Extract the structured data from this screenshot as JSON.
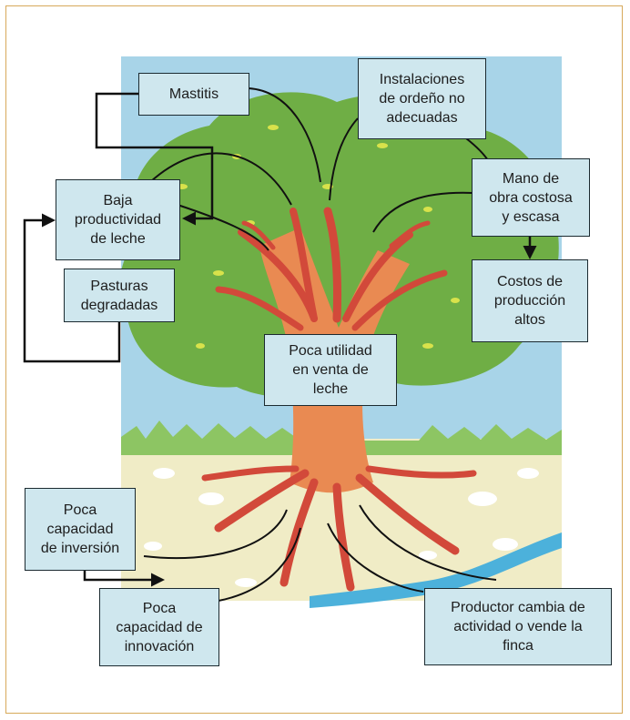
{
  "colors": {
    "frame_border": "#d7a95a",
    "box_fill": "#cfe7ee",
    "box_border": "#1b2a30",
    "sky": "#a8d4e8",
    "foliage": "#6fae45",
    "trunk": "#e98a52",
    "branches": "#d2493a",
    "grass": "#8dc563",
    "soil": "#f0ecc6",
    "river": "#4cb1db"
  },
  "boxes": {
    "mastitis": "Mastitis",
    "instalaciones": "Instalaciones\nde ordeño no\nadecuadas",
    "baja_productividad": "Baja\nproductividad\nde leche",
    "mano_de_obra": "Mano de\nobra costosa\ny escasa",
    "pasturas": "Pasturas\ndegradadas",
    "costos": "Costos de\nproducción\naltos",
    "poca_utilidad": "Poca utilidad\nen venta de\nleche",
    "capacidad_inversion": "Poca\ncapacidad\nde inversión",
    "capacidad_innovacion": "Poca\ncapacidad de\ninnovación",
    "productor_cambia": "Productor cambia de\nactividad o vende la\nfinca"
  }
}
